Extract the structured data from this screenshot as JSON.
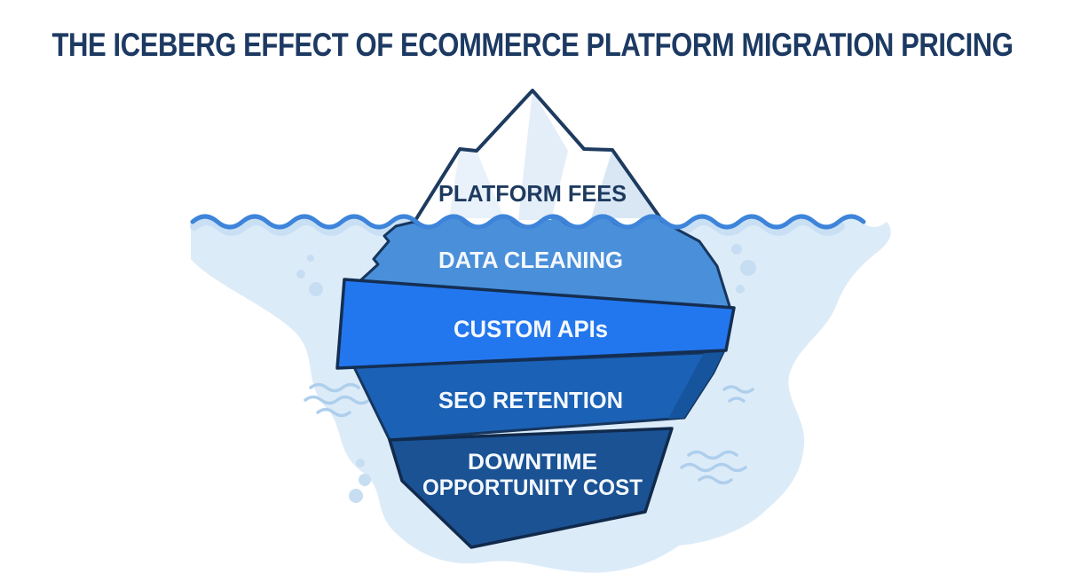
{
  "title": {
    "text": "THE ICEBERG EFFECT OF ECOMMERCE PLATFORM MIGRATION PRICING",
    "color": "#1d3a63"
  },
  "iceberg": {
    "above_water": {
      "label": "PLATFORM FEES",
      "label_color": "#1e3a5f",
      "fill": "#ffffff",
      "facet_fill_light": "#e9f1fa",
      "facet_fill_mid": "#e4eef9",
      "facet_fill_deep": "#d9e7f5",
      "outline_color": "#1d3a5f"
    },
    "below_water_layers": [
      {
        "name": "data-cleaning",
        "label": "DATA CLEANING",
        "fill": "#4a8fd9"
      },
      {
        "name": "custom-apis",
        "label": "CUSTOM APIs",
        "fill": "#2377ee"
      },
      {
        "name": "seo-retention",
        "label": "SEO RETENTION",
        "fill": "#1b61b6",
        "facet_fill": "#17549e"
      },
      {
        "name": "downtime-opportunity-cost",
        "label_line1": "DOWNTIME",
        "label_line2": "OPPORTUNITY COST",
        "fill": "#1a5294"
      }
    ],
    "underwater_label_color": "#f4f8fd",
    "underwater_outline_color": "#16365e"
  },
  "water": {
    "surface_stroke": "#3d84da",
    "surface_glow": "#c5ddf3",
    "body_fill": "#dcebf8",
    "bubble_fill": "#c7ddf2",
    "ripple_stroke": "#aecfec"
  }
}
